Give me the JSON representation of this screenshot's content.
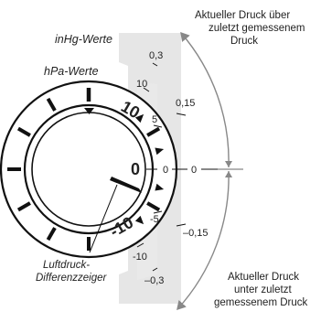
{
  "labels": {
    "inhg_header": "inHg-Werte",
    "hpa_header": "hPa-Werte",
    "pointer_label_line1": "Luftdruck-",
    "pointer_label_line2": "Differenzzeiger",
    "above_line1": "Aktueller Druck über",
    "above_line2": "zuletzt gemessenem",
    "above_line3": "Druck",
    "below_line1": "Aktueller Druck",
    "below_line2": "unter zuletzt",
    "below_line3": "gemessenem Druck"
  },
  "dial": {
    "plus10": "10",
    "zero": "0",
    "minus10": "-10"
  },
  "hpa_scale": {
    "v10": "10",
    "v5": "5",
    "v0": "0",
    "vm5": "-5",
    "vm10": "-10"
  },
  "inhg_scale": {
    "v03": "0,3",
    "v015": "0,15",
    "v0": "0",
    "vm015": "–0,15",
    "vm03": "–0,3"
  },
  "colors": {
    "band": "#e6e6e6",
    "ink": "#111111",
    "arrow": "#888888"
  }
}
